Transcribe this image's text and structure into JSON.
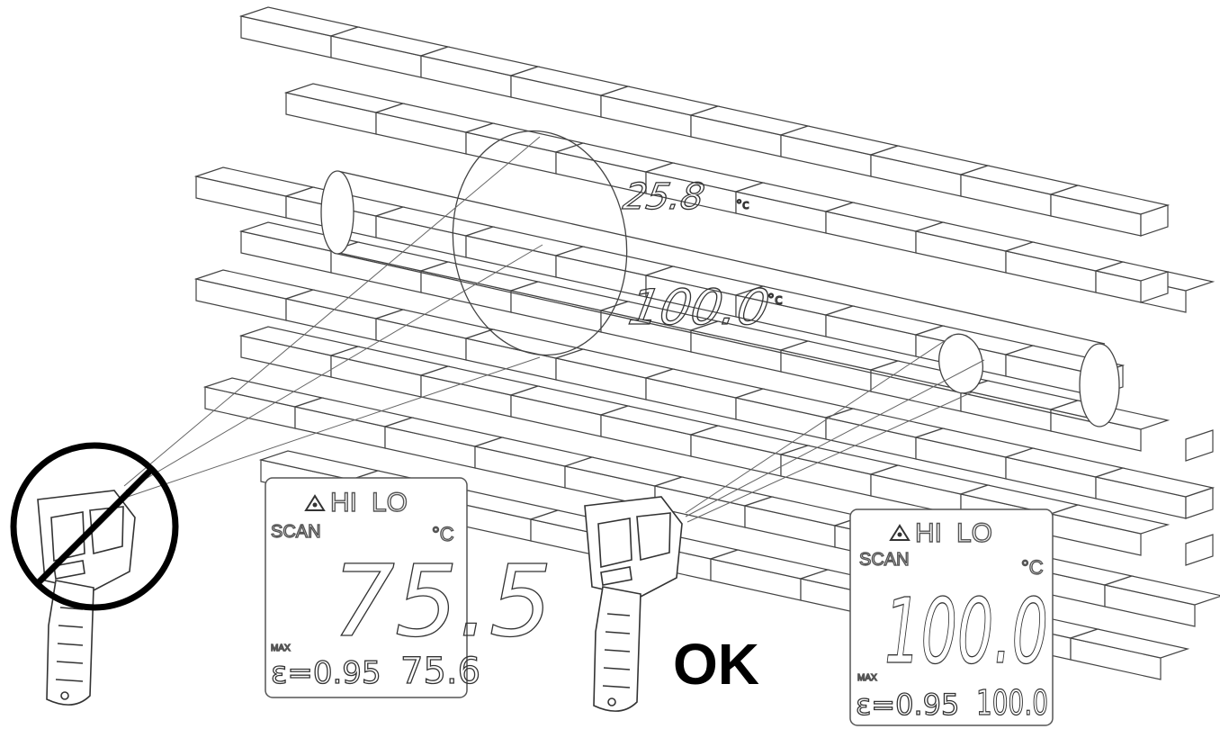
{
  "colors": {
    "line": "#444444",
    "ink": "#000000",
    "paper": "#ffffff",
    "prohibit": "#000000"
  },
  "wall_readouts": {
    "upper": {
      "value": "25.8",
      "unit": "°c"
    },
    "lower": {
      "value": "100.0",
      "unit": "°c"
    }
  },
  "left_display": {
    "warning_icon": "laser-warning-icon",
    "hi": "HI",
    "lo": "LO",
    "scan": "SCAN",
    "unit": "°C",
    "reading": "75.5",
    "max_label": "MAX",
    "emissivity": "ε=0.95",
    "max_value": "75.6"
  },
  "right_display": {
    "warning_icon": "laser-warning-icon",
    "hi": "HI",
    "lo": "LO",
    "scan": "SCAN",
    "unit": "°C",
    "reading": "100.0",
    "max_label": "MAX",
    "emissivity": "ε=0.95",
    "max_value": "100.0"
  },
  "ok_label": "OK",
  "icons": {
    "prohibited": "prohibited-icon",
    "thermometer": "ir-thermometer-icon"
  }
}
